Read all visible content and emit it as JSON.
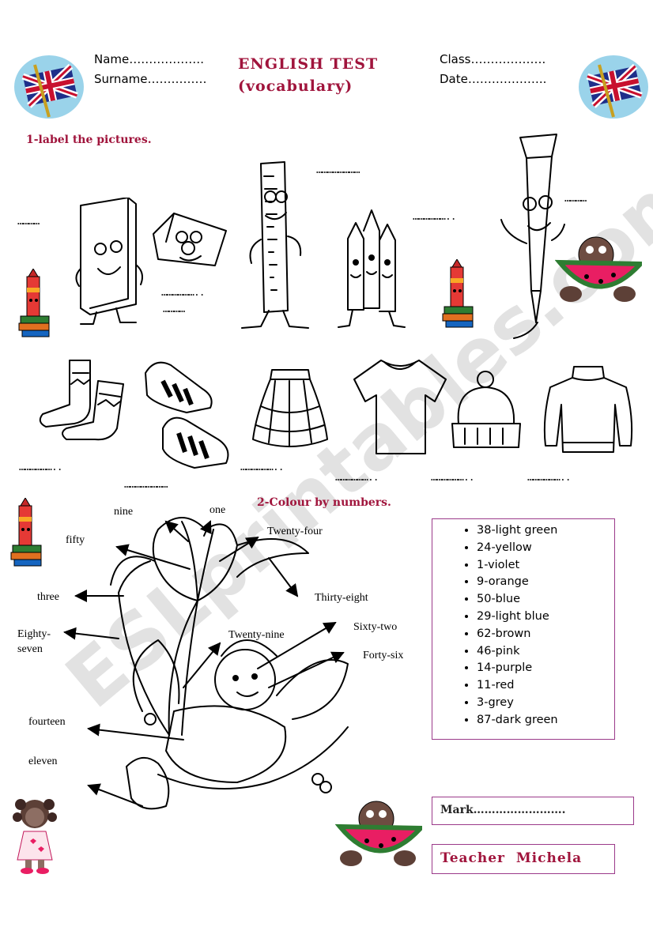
{
  "header": {
    "name_label": "Name……………….",
    "surname_label": "Surname……………",
    "title_line1": "ENGLISH TEST",
    "title_line2": "(vocabulary)",
    "class_label": "Class……………….",
    "date_label": "Date……………….."
  },
  "section1": {
    "heading": "1-label the pictures.",
    "blank": "…………",
    "blank_long": "……………………",
    "blank_mid": "……………….."
  },
  "section2": {
    "heading": "2-Colour by numbers.",
    "labels": {
      "nine": "nine",
      "one": "one",
      "twenty_four": "Twenty-four",
      "fifty": "fifty",
      "thirty_eight": "Thirty-eight",
      "three": "three",
      "eighty_seven_1": "Eighty-",
      "eighty_seven_2": "seven",
      "twenty_nine": "Twenty-nine",
      "sixty_two": "Sixty-two",
      "forty_six": "Forty-six",
      "fourteen": "fourteen",
      "eleven": "eleven"
    },
    "legend": [
      "38-light green",
      "24-yellow",
      "1-violet",
      "9-orange",
      "50-blue",
      "29-light blue",
      "62-brown",
      "46-pink",
      "14-purple",
      "11-red",
      "3-grey",
      "87-dark green"
    ]
  },
  "footer": {
    "mark_label": "Mark…………………….",
    "teacher": "Teacher  Michela"
  },
  "watermark": "ESLprintables.com",
  "colors": {
    "accent": "#a0143c",
    "box_border": "#9b3a8a",
    "watermark": "#d0d0d0"
  }
}
